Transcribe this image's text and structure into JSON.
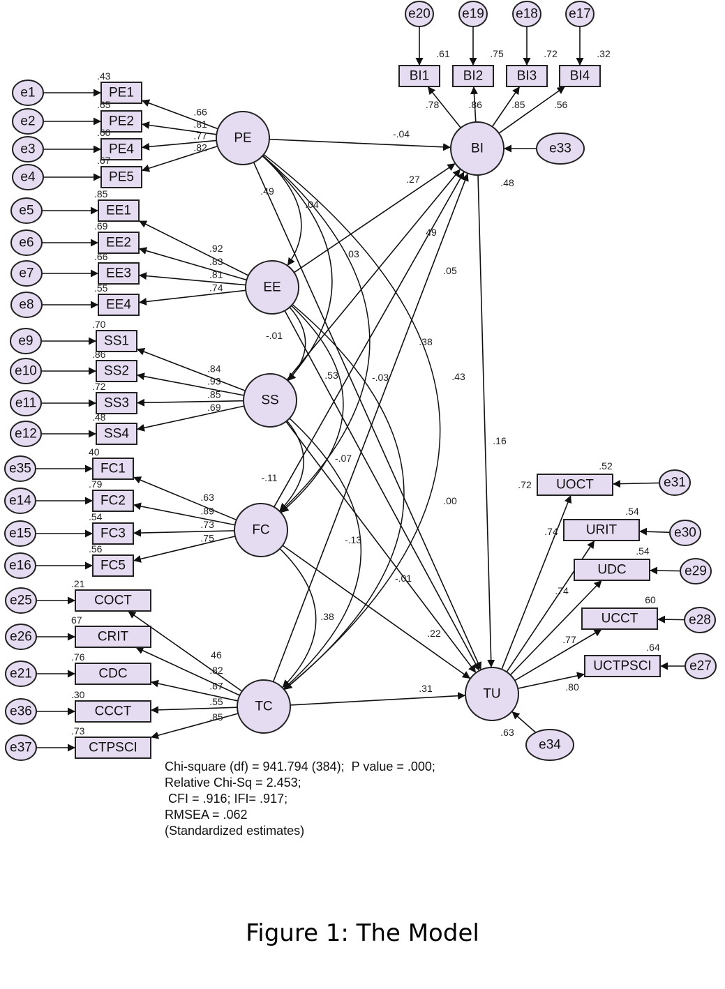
{
  "colors": {
    "node_fill": "#e6dcf2",
    "box_fill": "#e6dcf2",
    "stroke": "#222222"
  },
  "latents": [
    "PE",
    "EE",
    "SS",
    "FC",
    "TC",
    "BI",
    "TU"
  ],
  "indicators": {
    "PE": [
      {
        "name": "PE1",
        "error": "e1",
        "loading": ".66",
        "r2": ".43"
      },
      {
        "name": "PE2",
        "error": "e2",
        "loading": ".81",
        "r2": ".65"
      },
      {
        "name": "PE4",
        "error": "e3",
        "loading": ".77",
        "r2": ".60"
      },
      {
        "name": "PE5",
        "error": "e4",
        "loading": ".82",
        "r2": ".67"
      }
    ],
    "EE": [
      {
        "name": "EE1",
        "error": "e5",
        "loading": ".92",
        "r2": ".85"
      },
      {
        "name": "EE2",
        "error": "e6",
        "loading": ".83",
        "r2": ".69"
      },
      {
        "name": "EE3",
        "error": "e7",
        "loading": ".81",
        "r2": ".66"
      },
      {
        "name": "EE4",
        "error": "e8",
        "loading": ".74",
        "r2": ".55"
      }
    ],
    "SS": [
      {
        "name": "SS1",
        "error": "e9",
        "loading": ".84",
        "r2": ".70"
      },
      {
        "name": "SS2",
        "error": "e10",
        "loading": ".93",
        "r2": ".86"
      },
      {
        "name": "SS3",
        "error": "e11",
        "loading": ".85",
        "r2": ".72"
      },
      {
        "name": "SS4",
        "error": "e12",
        "loading": ".69",
        "r2": ".48"
      }
    ],
    "FC": [
      {
        "name": "FC1",
        "error": "e35",
        "loading": ".63",
        "r2": "40"
      },
      {
        "name": "FC2",
        "error": "e14",
        "loading": ".89",
        "r2": ".79"
      },
      {
        "name": "FC3",
        "error": "e15",
        "loading": ".73",
        "r2": ".54"
      },
      {
        "name": "FC5",
        "error": "e16",
        "loading": ".75",
        "r2": ".56"
      }
    ],
    "TC": [
      {
        "name": "COCT",
        "error": "e25",
        "loading": "46",
        "r2": ".21"
      },
      {
        "name": "CRIT",
        "error": "e26",
        "loading": ".82",
        "r2": "67"
      },
      {
        "name": "CDC",
        "error": "e21",
        "loading": ".87",
        "r2": ".76"
      },
      {
        "name": "CCCT",
        "error": "e36",
        "loading": ".55",
        "r2": ".30"
      },
      {
        "name": "CTPSCI",
        "error": "e37",
        "loading": ".85",
        "r2": ".73"
      }
    ],
    "BI": [
      {
        "name": "BI1",
        "error": "e20",
        "loading": ".78",
        "r2": ".61"
      },
      {
        "name": "BI2",
        "error": "e19",
        "loading": ".86",
        "r2": ".75"
      },
      {
        "name": "BI3",
        "error": "e18",
        "loading": ".85",
        "r2": ".72"
      },
      {
        "name": "BI4",
        "error": "e17",
        "loading": ".56",
        "r2": ".32"
      }
    ],
    "TU": [
      {
        "name": "UOCT",
        "error": "e31",
        "loading": ".72",
        "r2": ".52"
      },
      {
        "name": "URIT",
        "error": "e30",
        "loading": ".74",
        "r2": ".54"
      },
      {
        "name": "UDC",
        "error": "e29",
        "loading": ".74",
        "r2": ".54"
      },
      {
        "name": "UCCT",
        "error": "e28",
        "loading": ".77",
        "r2": "60"
      },
      {
        "name": "UCTPSCI",
        "error": "e27",
        "loading": ".80",
        "r2": ".64"
      }
    ]
  },
  "disturbances": {
    "BI": {
      "name": "e33",
      "r2": ".48"
    },
    "TU": {
      "name": "e34",
      "r2": ".63"
    }
  },
  "paths": [
    {
      "from": "PE",
      "to": "BI",
      "value": "-.04"
    },
    {
      "from": "EE",
      "to": "BI",
      "value": ".27"
    },
    {
      "from": "SS",
      "to": "BI",
      "value": "49"
    },
    {
      "from": "FC",
      "to": "BI",
      "value": ".05"
    },
    {
      "from": "TC",
      "to": "BI",
      "value": ".38"
    },
    {
      "from": "BI",
      "to": "TU",
      "value": ".16"
    },
    {
      "from": "PE",
      "to": "TU",
      "value": ".53"
    },
    {
      "from": "EE",
      "to": "TU",
      "value": "-.03"
    },
    {
      "from": "SS",
      "to": "TU",
      "value": "-.13"
    },
    {
      "from": "FC",
      "to": "TU",
      "value": ".22"
    },
    {
      "from": "TC",
      "to": "TU",
      "value": ".31"
    }
  ],
  "correlations": [
    {
      "a": "PE",
      "b": "EE",
      "value": ".04"
    },
    {
      "a": "PE",
      "b": "SS",
      "value": ".03"
    },
    {
      "a": "PE",
      "b": "FC",
      "value": ".49"
    },
    {
      "a": "PE",
      "b": "TC",
      "value": ".43"
    },
    {
      "a": "EE",
      "b": "SS",
      "value": "-.01"
    },
    {
      "a": "EE",
      "b": "FC",
      "value": "-.07"
    },
    {
      "a": "EE",
      "b": "TC",
      "value": ".00"
    },
    {
      "a": "SS",
      "b": "FC",
      "value": "-.11"
    },
    {
      "a": "SS",
      "b": "TC",
      "value": "-.01"
    },
    {
      "a": "FC",
      "b": "TC",
      "value": ".38"
    }
  ],
  "fit": [
    "Chi-square (df) = 941.794 (384);  P value = .000;",
    "Relative Chi-Sq = 2.453;",
    " CFI = .916; IFI= .917;",
    "RMSEA = .062",
    "(Standardized estimates)"
  ],
  "caption": "Figure 1: The Model"
}
